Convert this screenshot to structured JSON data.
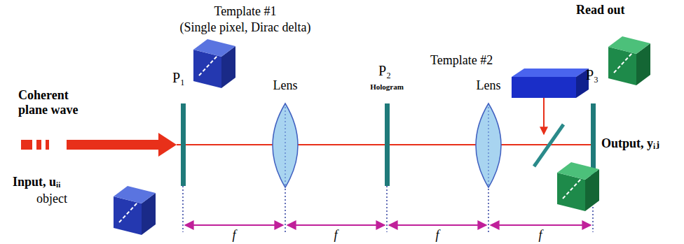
{
  "diagram": {
    "labels": [
      "Template #1",
      "(Single pixel, Dirac delta)",
      "Read out",
      "P₁",
      "Lens",
      "P₂",
      "Hologram",
      "Lens",
      "Template #2",
      "P₃",
      "Coherent plane wave",
      "Output, yᵢⱼ",
      "Input, uᵢᵢ",
      "object",
      "f",
      "f",
      "f",
      "f"
    ]
  }
}
